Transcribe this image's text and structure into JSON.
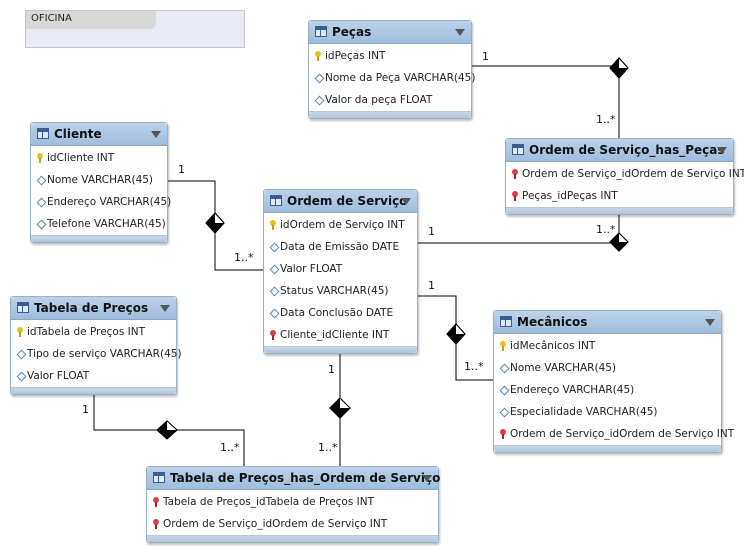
{
  "schema": {
    "name": "OFICINA"
  },
  "tables": {
    "pecas": {
      "title": "Peças",
      "columns": [
        {
          "name": "idPeças INT",
          "key": "pk"
        },
        {
          "name": "Nome da Peça VARCHAR(45)",
          "key": "col"
        },
        {
          "name": "Valor da peça FLOAT",
          "key": "col"
        }
      ]
    },
    "cliente": {
      "title": "Cliente",
      "columns": [
        {
          "name": "idCliente INT",
          "key": "pk"
        },
        {
          "name": "Nome VARCHAR(45)",
          "key": "col"
        },
        {
          "name": "Endereço VARCHAR(45)",
          "key": "col"
        },
        {
          "name": "Telefone VARCHAR(45)",
          "key": "col"
        }
      ]
    },
    "os_pecas": {
      "title": "Ordem de Serviço_has_Peças",
      "columns": [
        {
          "name": "Ordem de Serviço_idOrdem de Serviço INT",
          "key": "fk"
        },
        {
          "name": "Peças_idPeças INT",
          "key": "fk"
        }
      ]
    },
    "ordem": {
      "title": "Ordem de Serviço",
      "columns": [
        {
          "name": "idOrdem de Serviço INT",
          "key": "pk"
        },
        {
          "name": "Data de Emissão DATE",
          "key": "col"
        },
        {
          "name": "Valor FLOAT",
          "key": "col"
        },
        {
          "name": "Status VARCHAR(45)",
          "key": "col"
        },
        {
          "name": "Data Conclusão DATE",
          "key": "col"
        },
        {
          "name": "Cliente_idCliente INT",
          "key": "fk"
        }
      ]
    },
    "tabela": {
      "title": "Tabela de Preços",
      "columns": [
        {
          "name": "idTabela de Preços INT",
          "key": "pk"
        },
        {
          "name": "Tipo de serviço VARCHAR(45)",
          "key": "col"
        },
        {
          "name": "Valor FLOAT",
          "key": "col"
        }
      ]
    },
    "mecanicos": {
      "title": "Mecânicos",
      "columns": [
        {
          "name": "idMecânicos INT",
          "key": "pk"
        },
        {
          "name": "Nome VARCHAR(45)",
          "key": "col"
        },
        {
          "name": "Endereço VARCHAR(45)",
          "key": "col"
        },
        {
          "name": "Especialidade VARCHAR(45)",
          "key": "col"
        },
        {
          "name": "Ordem de Serviço_idOrdem de Serviço INT",
          "key": "fk"
        }
      ]
    },
    "tabela_os": {
      "title": "Tabela de Preços_has_Ordem de Serviço",
      "columns": [
        {
          "name": "Tabela de Preços_idTabela de Preços INT",
          "key": "fk"
        },
        {
          "name": "Ordem de Serviço_idOrdem de Serviço INT",
          "key": "fk"
        }
      ]
    }
  },
  "relations": {
    "pecas_os": {
      "one": "1",
      "many": "1..*"
    },
    "cliente_ordem": {
      "one": "1",
      "many": "1..*"
    },
    "ordem_ospecas": {
      "one": "1",
      "many": "1..*"
    },
    "ordem_mecanicos": {
      "one": "1",
      "many": "1..*"
    },
    "tabela_tabelaos": {
      "one": "1",
      "many": "1..*"
    },
    "ordem_tabelaos": {
      "one": "1",
      "many": "1..*"
    }
  }
}
